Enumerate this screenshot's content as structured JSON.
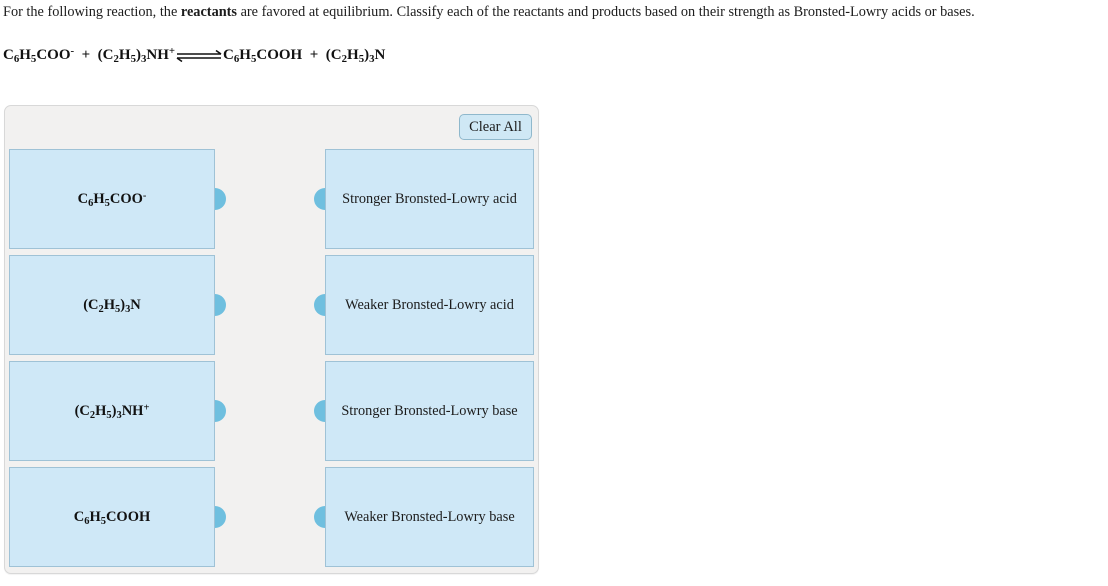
{
  "question": {
    "text_before_bold": "For the following reaction, the ",
    "bold_word": "reactants",
    "text_after_bold": " are favored at equilibrium. Classify each of the reactants and products based on their strength as Bronsted-Lowry acids or bases."
  },
  "equation": {
    "reactant_1": "C6H5COO-",
    "plus_1": "+",
    "reactant_2": "(C2H5)3NH+",
    "arrow": "equilibrium-double-harpoon",
    "product_1": "C6H5COOH",
    "plus_2": "+",
    "product_2": "(C2H5)3N"
  },
  "panel": {
    "clear_all_label": "Clear All",
    "left_items": [
      {
        "formula": "C6H5COO-"
      },
      {
        "formula": "(C2H5)3N"
      },
      {
        "formula": "(C2H5)3NH+"
      },
      {
        "formula": "C6H5COOH"
      }
    ],
    "right_items": [
      {
        "label": "Stronger Bronsted-Lowry acid"
      },
      {
        "label": "Weaker Bronsted-Lowry acid"
      },
      {
        "label": "Stronger Bronsted-Lowry base"
      },
      {
        "label": "Weaker Bronsted-Lowry base"
      }
    ]
  },
  "colors": {
    "tile_fill": "#cfe8f7",
    "tile_border": "#9fc2d6",
    "nub": "#6fbfdf",
    "panel_bg": "#f2f1f0",
    "panel_border": "#d8d8d8"
  }
}
